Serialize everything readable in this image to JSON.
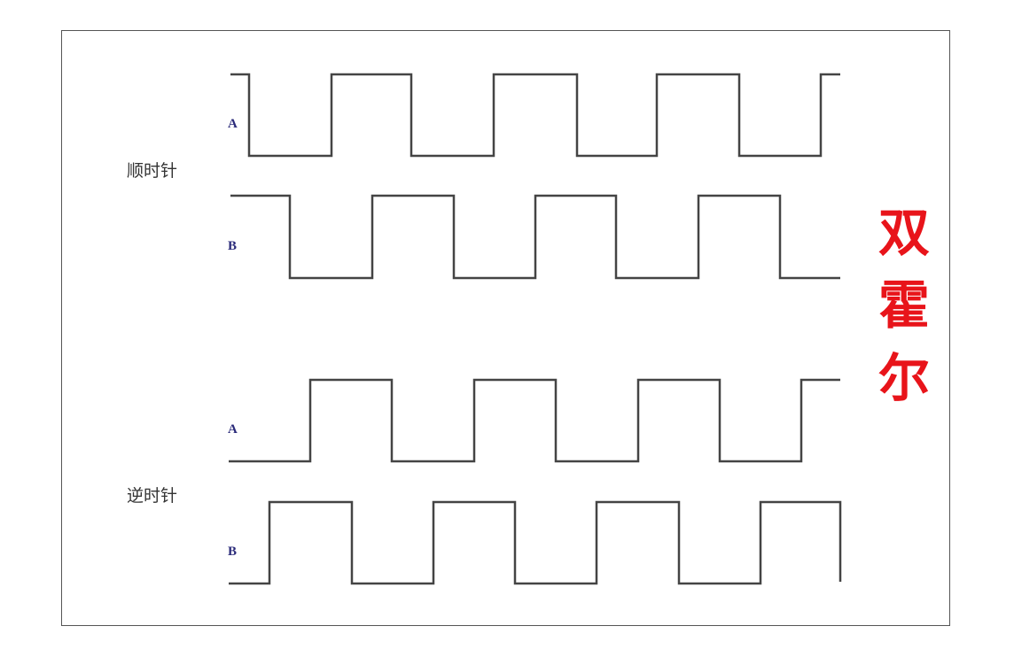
{
  "title": "双霍尔",
  "clockwise": {
    "label": "顺时针",
    "signal_a": "A",
    "signal_b": "B"
  },
  "counterclockwise": {
    "label": "逆时针",
    "signal_a": "A",
    "signal_b": "B"
  },
  "colors": {
    "title": "#e8141a",
    "signal_label": "#2b2b7a",
    "waveform": "#444444"
  }
}
